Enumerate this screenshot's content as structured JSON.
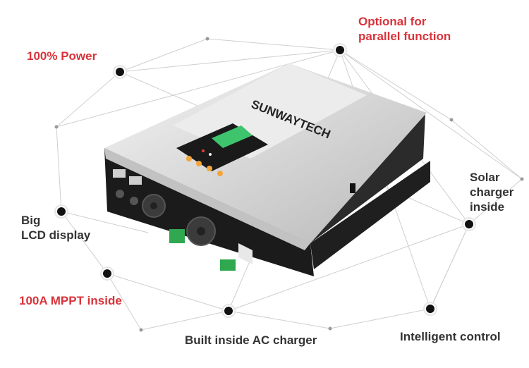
{
  "labels": {
    "power": "100% Power",
    "parallel": "Optional for\nparallel function",
    "solar": "Solar\ncharger\ninside",
    "lcd": "Big\nLCD display",
    "mppt": "100A MPPT inside",
    "ac_charger": "Built inside AC charger",
    "intelligent": "Intelligent control"
  },
  "brand": "SUNWAYTECH",
  "colors": {
    "accent_red": "#d8333a",
    "text_dark": "#333333",
    "network_line": "#c8c8c8",
    "node_dot": "#111111",
    "lcd_green": "#3ec46d",
    "button_orange": "#f2a53a",
    "terminal_green": "#2fa84f"
  }
}
